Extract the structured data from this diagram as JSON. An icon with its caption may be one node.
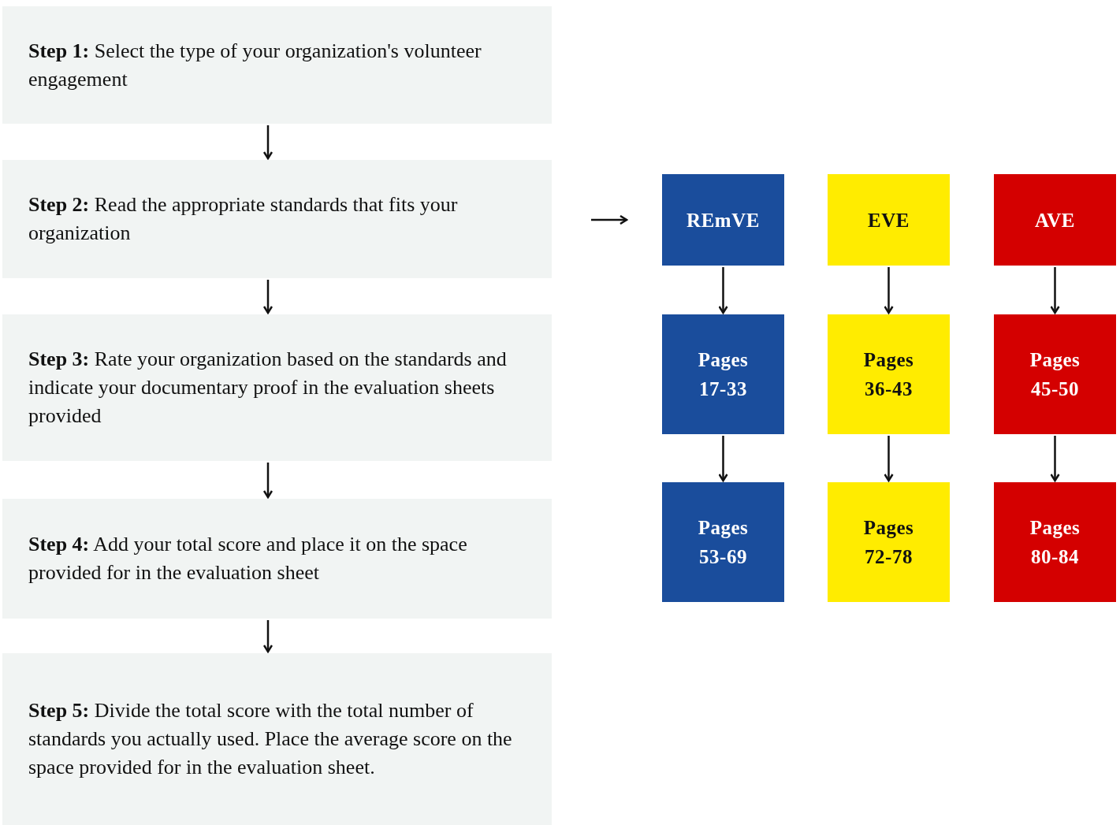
{
  "diagram": {
    "nodes": [
      {
        "text": [
          "**Step 1:**  Select the type of your organization's volunteer engagement"
        ]
      },
      {
        "text": [
          "**Step 2:**  Read the appropriate standards that fits your organization"
        ]
      },
      {
        "text": [
          "**Step 3:**  Rate your organization based on the standards and indicate your documentary proof in the evaluation sheets provided"
        ]
      },
      {
        "text": [
          "**Step 4:**  Add your total score and place it on the space provided for in the evaluation sheet"
        ]
      },
      {
        "text": [
          "**Step 5:**  Divide the total score with the total number of standards you actually used. Place the average score on the space provided for in the evaluation sheet."
        ]
      },
      {
        "text": [
          "REmVE"
        ]
      },
      {
        "text": [
          "EVE"
        ]
      },
      {
        "text": [
          "AVE"
        ]
      },
      {
        "text": [
          "Pages 17-33"
        ]
      },
      {
        "text": [
          "Pages 36-43"
        ]
      },
      {
        "text": [
          "Pages 45-50"
        ]
      },
      {
        "text": [
          "Pages 53-69"
        ]
      },
      {
        "text": [
          "Pages 72-78"
        ]
      },
      {
        "text": [
          "Pages 80-84"
        ]
      }
    ],
    "edges": [
      {
        "from": 0,
        "to": 1,
        "arrow": "to"
      },
      {
        "from": 1,
        "to": 2,
        "arrow": "to"
      },
      {
        "from": 2,
        "to": 3,
        "arrow": "to"
      },
      {
        "from": 3,
        "to": 4,
        "arrow": "to"
      },
      {
        "from": 1,
        "to": 5,
        "arrow": "to"
      },
      {
        "from": 5,
        "to": 8,
        "arrow": "to"
      },
      {
        "from": 6,
        "to": 9,
        "arrow": "to"
      },
      {
        "from": 7,
        "to": 10,
        "arrow": "to"
      },
      {
        "from": 8,
        "to": 11,
        "arrow": "to"
      },
      {
        "from": 9,
        "to": 12,
        "arrow": "to"
      },
      {
        "from": 10,
        "to": 13,
        "arrow": "to"
      }
    ]
  }
}
